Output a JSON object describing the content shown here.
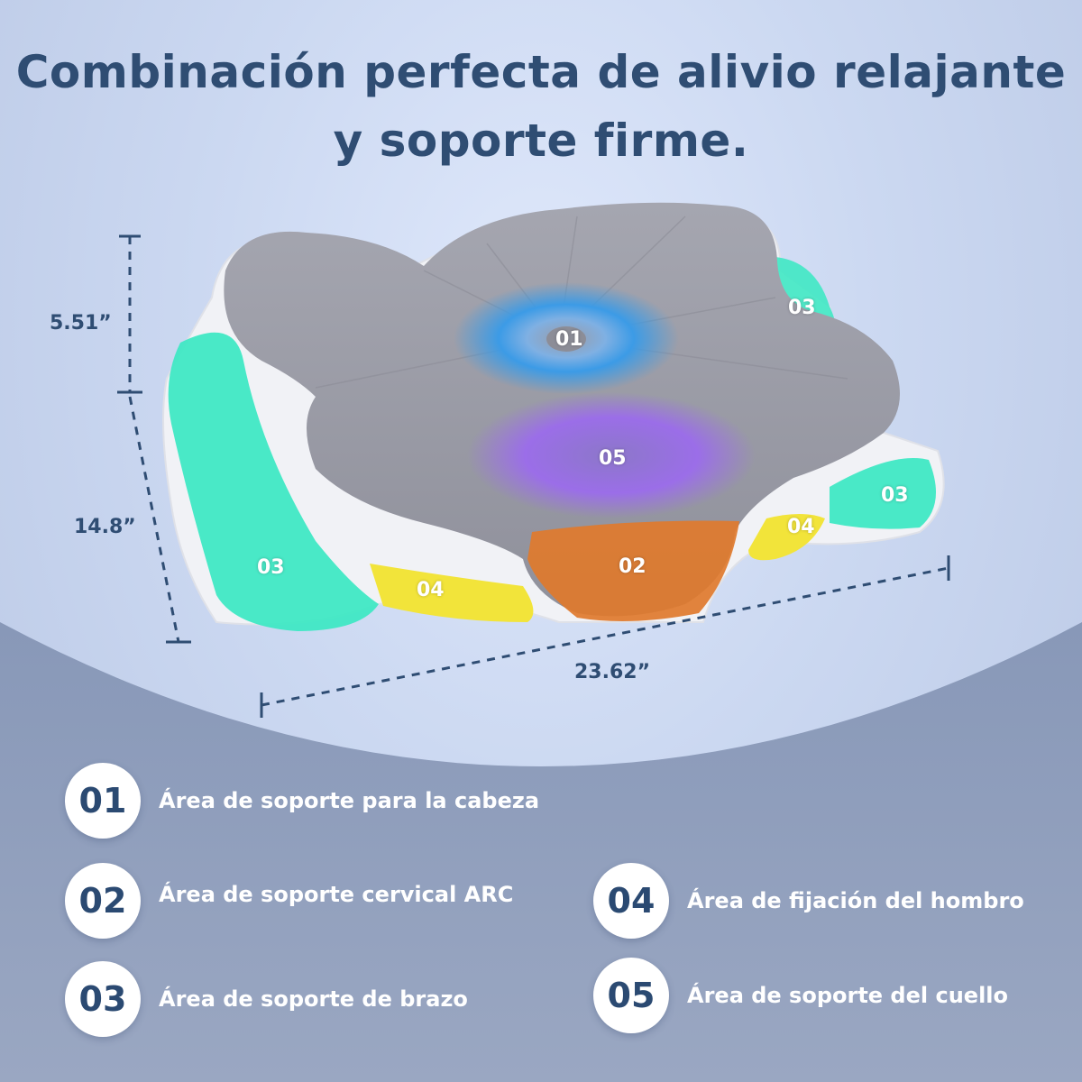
{
  "title": {
    "line1": "Combinación perfecta de alivio relajante",
    "line2": "y soporte firme."
  },
  "dimensions": {
    "height": "5.51”",
    "depth": "14.8”",
    "width": "23.62”"
  },
  "zones": {
    "z01": "01",
    "z02": "02",
    "z03_left": "03",
    "z03_right_top": "03",
    "z03_right": "03",
    "z04_left": "04",
    "z04_right": "04",
    "z05": "05"
  },
  "legend": [
    {
      "num": "01",
      "text": "Área de soporte para la cabeza"
    },
    {
      "num": "02",
      "text": "Área de soporte cervical ARC"
    },
    {
      "num": "03",
      "text": "Área de soporte de brazo"
    },
    {
      "num": "04",
      "text": "Área de fijación del hombro"
    },
    {
      "num": "05",
      "text": "Área de soporte del cuello"
    }
  ],
  "colors": {
    "title": "#2f4d73",
    "head_zone": "#3c9be6",
    "cervical_zone": "#e07a2c",
    "arm_zone": "#3fe8c4",
    "shoulder_zone": "#f2e43a",
    "neck_zone": "#9b6ee8",
    "pillow_top": "#9a9ba6"
  }
}
